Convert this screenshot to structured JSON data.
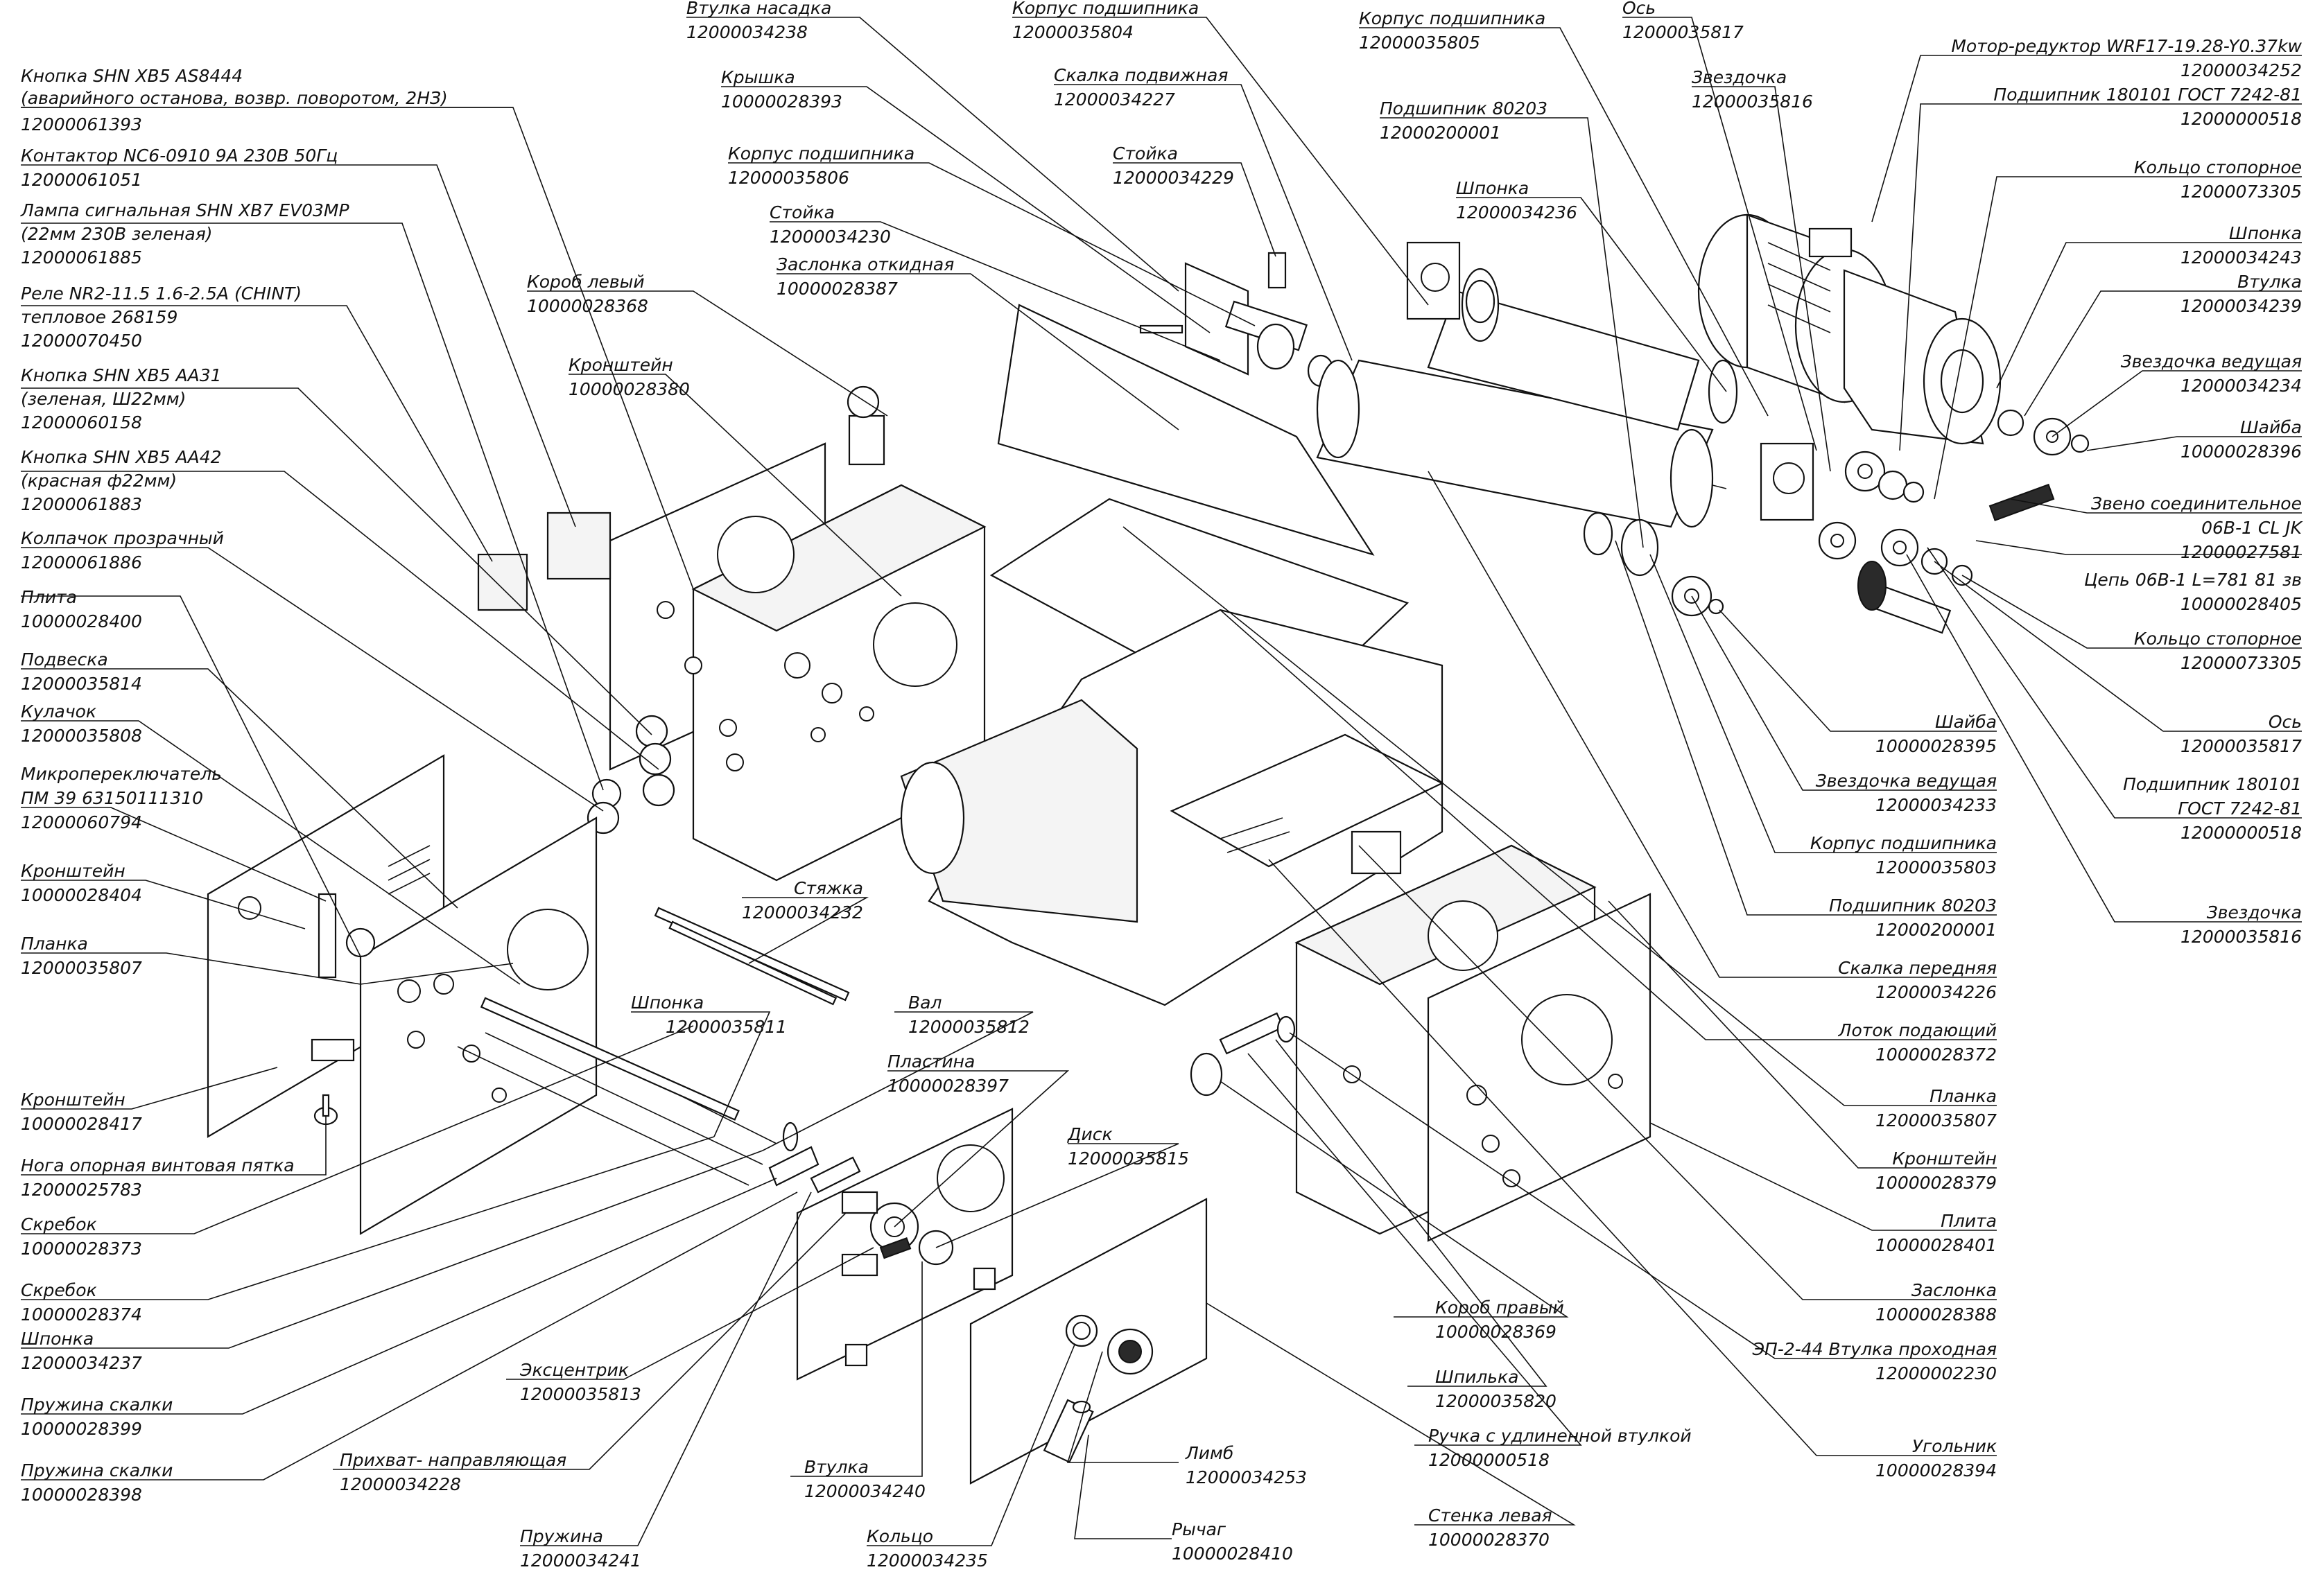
{
  "callouts": [
    {
      "id": "knopka-ava",
      "name": "Кнопка SHN XB5 AS8444",
      "extra": "(аварийного останова, возвр. поворотом, 2НЗ)",
      "num": "12000061393"
    },
    {
      "id": "kontaktor",
      "name": "Контактор NC6-0910 9А 230В 50Гц",
      "num": "12000061051"
    },
    {
      "id": "lampa",
      "name": "Лампа сигнальная SHN XB7 EV03MP",
      "extra": "(22мм 230В зеленая)",
      "num": "12000061885"
    },
    {
      "id": "rele",
      "name": "Реле NR2-11.5 1.6-2.5А (CHINT)",
      "extra": "тепловое 268159",
      "num": "12000070450"
    },
    {
      "id": "knopka-aa31",
      "name": "Кнопка SHN XB5 AA31",
      "extra": "(зеленая, Ш22мм)",
      "num": "12000060158"
    },
    {
      "id": "knopka-aa42",
      "name": "Кнопка SHN XB5 AA42",
      "extra": "(красная ф22мм)",
      "num": "12000061883"
    },
    {
      "id": "kolpachok",
      "name": "Колпачок прозрачный",
      "num": "12000061886"
    },
    {
      "id": "plita-l",
      "name": "Плита",
      "num": "10000028400"
    },
    {
      "id": "podveska",
      "name": "Подвеска",
      "num": "12000035814"
    },
    {
      "id": "kulachok",
      "name": "Кулачок",
      "num": "12000035808"
    },
    {
      "id": "mikro",
      "name": "Микропереключатель",
      "extra": "ПМ 39   63150111310",
      "num": "12000060794"
    },
    {
      "id": "kronsh-404",
      "name": "Кронштейн",
      "num": "10000028404"
    },
    {
      "id": "planka-l",
      "name": "Планка",
      "num": "12000035807"
    },
    {
      "id": "kronsh-417",
      "name": "Кронштейн",
      "num": "10000028417"
    },
    {
      "id": "noga",
      "name": "Нога опорная винтовая пятка",
      "num": "12000025783"
    },
    {
      "id": "skrebok-373",
      "name": "Скребок",
      "num": "10000028373"
    },
    {
      "id": "skrebok-374",
      "name": "Скребок",
      "num": "10000028374"
    },
    {
      "id": "shponka-237",
      "name": "Шпонка",
      "num": "12000034237"
    },
    {
      "id": "pruzh-399",
      "name": "Пружина скалки",
      "num": "10000028399"
    },
    {
      "id": "pruzh-398",
      "name": "Пружина скалки",
      "num": "10000028398"
    },
    {
      "id": "korob-l",
      "name": "Короб левый",
      "num": "10000028368"
    },
    {
      "id": "kronsh-380",
      "name": "Кронштейн",
      "num": "10000028380"
    },
    {
      "id": "vtulka-nas",
      "name": "Втулка насадка",
      "num": "12000034238"
    },
    {
      "id": "kryshka",
      "name": "Крышка",
      "num": "10000028393"
    },
    {
      "id": "korpus-806",
      "name": "Корпус подшипника",
      "num": "12000035806"
    },
    {
      "id": "stoyka-230",
      "name": "Стойка",
      "num": "12000034230"
    },
    {
      "id": "korpus-804",
      "name": "Корпус подшипника",
      "num": "12000035804"
    },
    {
      "id": "skalka-pod",
      "name": "Скалка подвижная",
      "num": "12000034227"
    },
    {
      "id": "stoyka-229",
      "name": "Стойка",
      "num": "12000034229"
    },
    {
      "id": "zaslonka-otk",
      "name": "Заслонка откидная",
      "num": "10000028387"
    },
    {
      "id": "korpus-805",
      "name": "Корпус подшипника",
      "num": "12000035805"
    },
    {
      "id": "podsh-80203-top",
      "name": "Подшипник 80203",
      "num": "12000200001"
    },
    {
      "id": "shponka-236",
      "name": "Шпонка",
      "num": "12000034236"
    },
    {
      "id": "os-top",
      "name": "Ось",
      "num": "12000035817"
    },
    {
      "id": "zvezd-top",
      "name": "Звездочка",
      "num": "12000035816"
    },
    {
      "id": "motor",
      "name": "Мотор-редуктор WRF17-19.28-Y0.37kw",
      "num": "12000034252"
    },
    {
      "id": "podsh-180101-top",
      "name": "Подшипник 180101 ГОСТ 7242-81",
      "num": "12000000518"
    },
    {
      "id": "koltso-top",
      "name": "Кольцо стопорное",
      "num": "12000073305"
    },
    {
      "id": "shponka-243",
      "name": "Шпонка",
      "num": "12000034243"
    },
    {
      "id": "vtulka-239",
      "name": "Втулка",
      "num": "12000034239"
    },
    {
      "id": "zvezd-ved-234",
      "name": "Звездочка ведущая",
      "num": "12000034234"
    },
    {
      "id": "shayba-396",
      "name": "Шайба",
      "num": "10000028396"
    },
    {
      "id": "zveno",
      "name": "Звено соединительное",
      "extra": "06В-1 CL JK",
      "num": "12000027581"
    },
    {
      "id": "tsep",
      "name": "Цепь 06В-1  L=781  81 зв",
      "num": "10000028405"
    },
    {
      "id": "koltso-bot",
      "name": "Кольцо стопорное",
      "num": "12000073305"
    },
    {
      "id": "os-bot",
      "name": "Ось",
      "num": "12000035817"
    },
    {
      "id": "podsh-180101-bot",
      "name": "Подшипник 180101",
      "extra": "ГОСТ 7242-81",
      "num": "12000000518"
    },
    {
      "id": "zvezd-bot",
      "name": "Звездочка",
      "num": "12000035816"
    },
    {
      "id": "shayba-395",
      "name": "Шайба",
      "num": "10000028395"
    },
    {
      "id": "zvezd-ved-233",
      "name": "Звездочка ведущая",
      "num": "12000034233"
    },
    {
      "id": "korpus-803",
      "name": "Корпус подшипника",
      "num": "12000035803"
    },
    {
      "id": "podsh-80203-bot",
      "name": "Подшипник 80203",
      "num": "12000200001"
    },
    {
      "id": "skalka-per",
      "name": "Скалка передняя",
      "num": "12000034226"
    },
    {
      "id": "lotok",
      "name": "Лоток подающий",
      "num": "10000028372"
    },
    {
      "id": "planka-r",
      "name": "Планка",
      "num": "12000035807"
    },
    {
      "id": "kronsh-379",
      "name": "Кронштейн",
      "num": "10000028379"
    },
    {
      "id": "plita-r",
      "name": "Плита",
      "num": "10000028401"
    },
    {
      "id": "zaslonka-388",
      "name": "Заслонка",
      "num": "10000028388"
    },
    {
      "id": "ep",
      "name": "ЭП-2-44 Втулка проходная",
      "num": "12000002230"
    },
    {
      "id": "ugolnik",
      "name": "Угольник",
      "num": "10000028394"
    },
    {
      "id": "styazhka",
      "name": "Стяжка",
      "num": "12000034232"
    },
    {
      "id": "shponka-811",
      "name": "Шпонка",
      "num": "12000035811"
    },
    {
      "id": "val",
      "name": "Вал",
      "num": "12000035812"
    },
    {
      "id": "plastina",
      "name": "Пластина",
      "num": "10000028397"
    },
    {
      "id": "disk",
      "name": "Диск",
      "num": "12000035815"
    },
    {
      "id": "ekstsentrik",
      "name": "Эксцентрик",
      "num": "12000035813"
    },
    {
      "id": "prikhvat",
      "name": "Прихват- направляющая",
      "num": "12000034228"
    },
    {
      "id": "pruzhina",
      "name": "Пружина",
      "num": "12000034241"
    },
    {
      "id": "vtulka-240",
      "name": "Втулка",
      "num": "12000034240"
    },
    {
      "id": "koltso-235",
      "name": "Кольцо",
      "num": "12000034235"
    },
    {
      "id": "limb",
      "name": "Лимб",
      "num": "12000034253"
    },
    {
      "id": "rychag",
      "name": "Рычаг",
      "num": "10000028410"
    },
    {
      "id": "korob-r",
      "name": "Короб правый",
      "num": "10000028369"
    },
    {
      "id": "shpilka",
      "name": "Шпилька",
      "num": "12000035820"
    },
    {
      "id": "ruchka",
      "name": "Ручка с удлиненной втулкой",
      "num": "12000000518"
    },
    {
      "id": "stenka",
      "name": "Стенка левая",
      "num": "10000028370"
    }
  ]
}
